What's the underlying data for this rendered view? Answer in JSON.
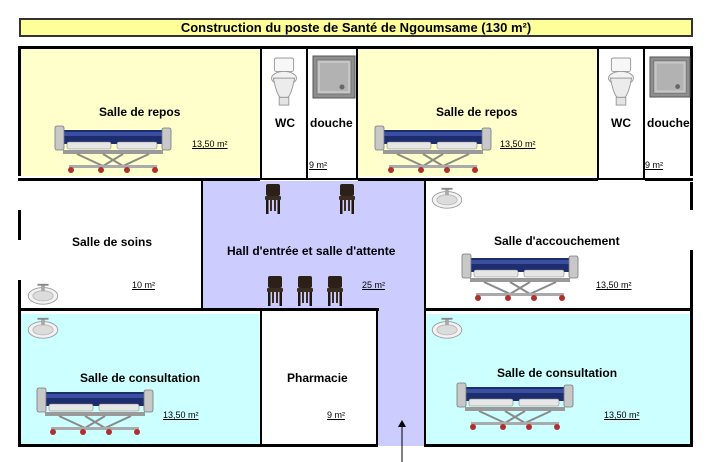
{
  "title": "Construction du poste de Santé de Ngoumsame (130 m²)",
  "rooms": {
    "repos_left": {
      "label": "Salle de repos",
      "area": "13,50 m²"
    },
    "wc_left": {
      "label": "WC"
    },
    "douche_left": {
      "label": "douche"
    },
    "wc_douche_left_area": "9 m²",
    "repos_right": {
      "label": "Salle de repos",
      "area": "13,50 m²"
    },
    "wc_right": {
      "label": "WC"
    },
    "douche_right": {
      "label": "douche"
    },
    "wc_douche_right_area": "9 m²",
    "soins": {
      "label": "Salle de soins",
      "area": "10 m²"
    },
    "hall": {
      "label": "Hall d'entrée et salle d'attente",
      "area": "25 m²"
    },
    "accouchement": {
      "label": "Salle d'accouchement",
      "area": "13,50 m²"
    },
    "consultation_left": {
      "label": "Salle de consultation",
      "area": "13,50 m²"
    },
    "pharmacie": {
      "label": "Pharmacie",
      "area": "9 m²"
    },
    "consultation_right": {
      "label": "Salle de consultation",
      "area": "13,50 m²"
    }
  },
  "colors": {
    "repos": "#ffffcc",
    "hall": "#ccccff",
    "consultation": "#ccffff",
    "title_bg": "#ffff99",
    "wall": "#000000"
  },
  "icons": [
    "hospital-bed-icon",
    "toilet-icon",
    "shower-tray-icon",
    "chair-icon",
    "sink-icon",
    "entrance-arrow-icon"
  ]
}
